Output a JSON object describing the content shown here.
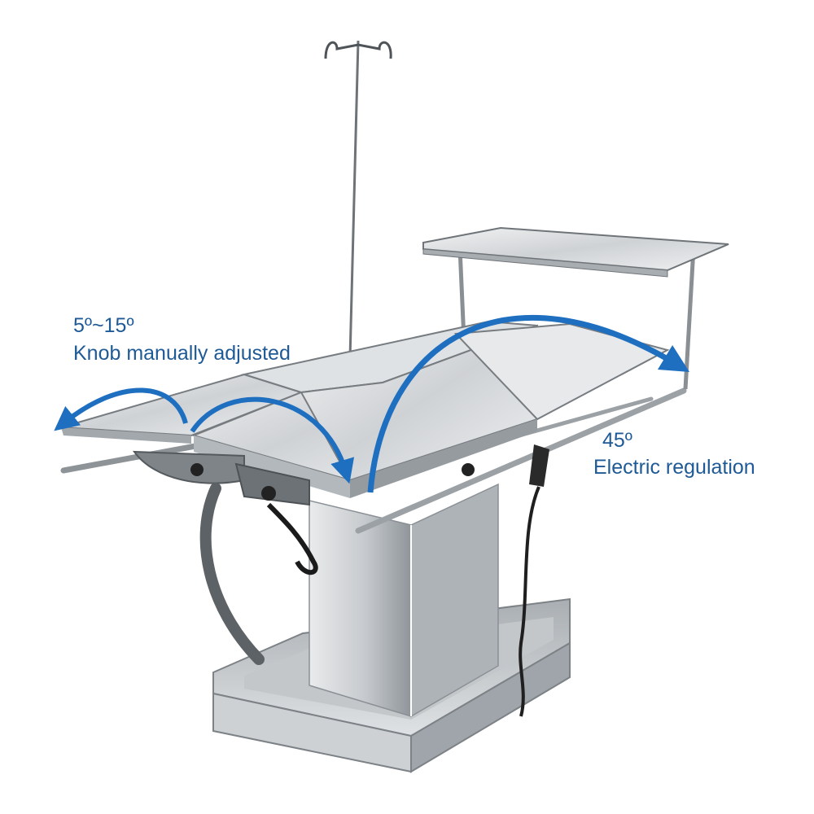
{
  "annotations": {
    "left_angle": "5º~15º",
    "left_caption": "Knob manually adjusted",
    "right_angle": "45º",
    "right_caption": "Electric regulation"
  },
  "colors": {
    "annotation_text": "#1f5a96",
    "arrow": "#1e6fc0",
    "steel_light": "#e4e6e8",
    "steel_mid": "#b9bdc1",
    "steel_dark": "#7d8287"
  },
  "product": "veterinary-operating-table"
}
